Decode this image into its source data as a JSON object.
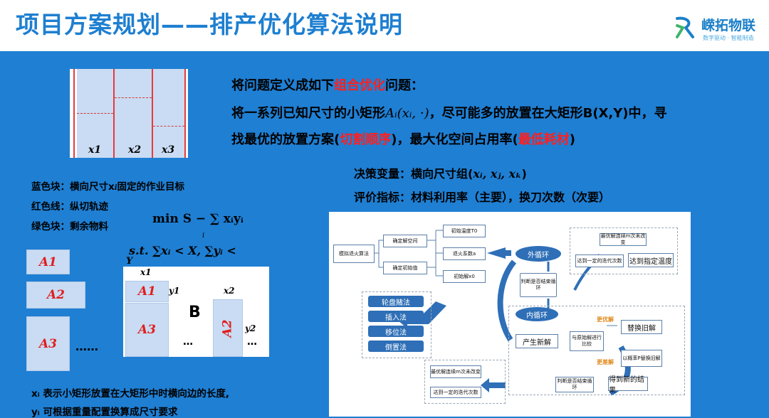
{
  "header": {
    "title": "项目方案规划——排产优化算法说明",
    "logo_name": "嵘拓物联",
    "logo_tagline": "数字驱动 · 智能制造"
  },
  "strips": {
    "labels": [
      "x1",
      "x2",
      "x3"
    ]
  },
  "legend": {
    "blue": "蓝色块：横向尺寸x",
    "blue_suffix": "固定的作业目标",
    "red": "红色线：纵切轨迹",
    "green": "绿色块：剩余物料"
  },
  "formula": {
    "objective": "min S − ∑ xᵢyᵢ",
    "objective_sub": "i",
    "constraint": "s.t.  ∑xᵢ < X,  ∑yᵢ <",
    "constraint_tail": "Y"
  },
  "problem": {
    "line1_pre": "将问题定义成如下",
    "line1_red": "组合优化",
    "line1_post": "问题：",
    "line2_pre": "将一系列已知尺寸的小矩形",
    "line2_math": "Aᵢ(xᵢ, ·)",
    "line2_post": "，尽可能多的放置在大矩形B(X,Y)中，寻",
    "line3_pre": "找最优的放置方案(",
    "line3_red1": "切割顺序",
    "line3_mid": ")，最大化空间占用率(",
    "line3_red2": "最低耗材",
    "line3_post": ")"
  },
  "decision": {
    "vars_label": "决策变量：横向尺寸组(",
    "vars_math": "xᵢ, xⱼ, xₖ",
    "vars_end": ")",
    "eval": "评价指标：材料利用率（主要），换刀次数（次要）"
  },
  "small_rects": [
    "A1",
    "A2",
    "A3"
  ],
  "ellipsis": "……",
  "placement": {
    "big_label": "B",
    "x1": "x1",
    "y1": "y1",
    "x2": "x2",
    "y2": "y2",
    "a1": "A1",
    "a2": "A2",
    "a3": "A3",
    "dots1": "…",
    "dots2": "…"
  },
  "footnotes": {
    "line1": "xᵢ 表示小矩形放置在大矩形中时横向边的长度,",
    "line2": "yᵢ 可根据重量配置换算成尺寸要求"
  },
  "flowchart": {
    "start": "模拟退火算法",
    "define_space": "确定解空间",
    "define_init": "确定初始值",
    "init_temp": "初始温度T0",
    "cool_coef": "退火系数a",
    "init_sol": "初始解x0",
    "methods": [
      "轮盘赌法",
      "插入法",
      "移位法",
      "倒置法"
    ],
    "outer_loop": "外循环",
    "judge_end": "判断是否结束循环",
    "best_unchanged_top": "最优解连续m次未改变",
    "reach_iter_top": "达到一定的迭代次数",
    "reach_temp": "达到指定温度",
    "inner_loop": "内循环",
    "new_sol": "产生新解",
    "compare": "与原始解进行比较",
    "better": "更优解",
    "replace_old": "替换旧解",
    "worse": "更差解",
    "prob_replace": "以概率P替换旧解",
    "judge_end2": "判断是否结束循环",
    "new_result": "得到新的结果",
    "best_unchanged_bottom": "最优解连续m次未改变",
    "reach_iter_bottom": "达到一定的迭代次数"
  },
  "colors": {
    "background": "#1f7fd3",
    "title": "#1e7fd0",
    "highlight": "#ff1f1f",
    "flow_blue": "#2e6fb7"
  }
}
